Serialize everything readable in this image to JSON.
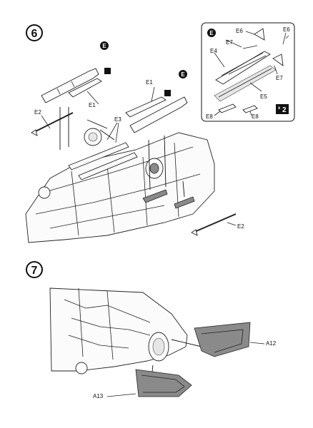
{
  "page": {
    "step6": {
      "number": "6",
      "inset_marker": "E",
      "inset_labels": [
        "E6",
        "E6",
        "E7",
        "E4",
        "E7",
        "E5",
        "E8",
        "E8"
      ],
      "inset_multiplier": "2",
      "main_labels": {
        "marker_top": "E",
        "marker_right": "E",
        "e1_left": "E1",
        "e1_right": "E1",
        "e2_left": "E2",
        "e3": "E3",
        "e2_right": "E2"
      }
    },
    "step7": {
      "number": "7",
      "labels": {
        "a12": "A12",
        "a13": "A13"
      }
    }
  }
}
